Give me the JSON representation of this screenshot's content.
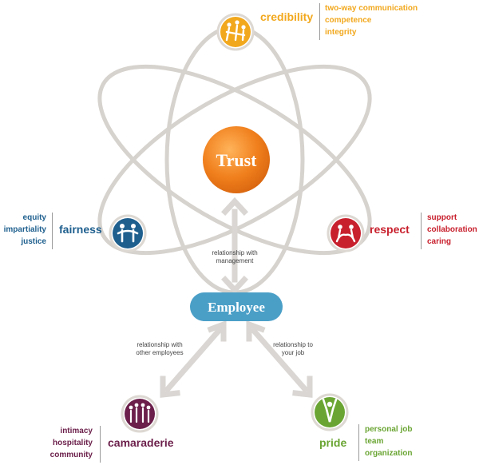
{
  "center": {
    "label": "Trust",
    "color": "#f07f1c"
  },
  "employee": {
    "label": "Employee",
    "color": "#4a9fc7"
  },
  "dimensions": {
    "credibility": {
      "label": "credibility",
      "color": "#f2a81d",
      "items": [
        "two-way communication",
        "competence",
        "integrity"
      ]
    },
    "respect": {
      "label": "respect",
      "color": "#c8202d",
      "items": [
        "support",
        "collaboration",
        "caring"
      ]
    },
    "fairness": {
      "label": "fairness",
      "color": "#1e5f8e",
      "items": [
        "equity",
        "impartiality",
        "justice"
      ]
    },
    "camaraderie": {
      "label": "camaraderie",
      "color": "#6b1f4a",
      "items": [
        "intimacy",
        "hospitality",
        "community"
      ]
    },
    "pride": {
      "label": "pride",
      "color": "#6aa533",
      "items": [
        "personal job",
        "team",
        "organization"
      ]
    }
  },
  "relationships": {
    "management": [
      "relationship with",
      "management"
    ],
    "employees": [
      "relationship with",
      "other employees"
    ],
    "job": [
      "relationship to",
      "your job"
    ]
  },
  "icons": {
    "credibility": "team-huddle-icon",
    "respect": "helping-hands-icon",
    "fairness": "two-people-icon",
    "camaraderie": "group-people-icon",
    "pride": "person-cheering-icon"
  }
}
